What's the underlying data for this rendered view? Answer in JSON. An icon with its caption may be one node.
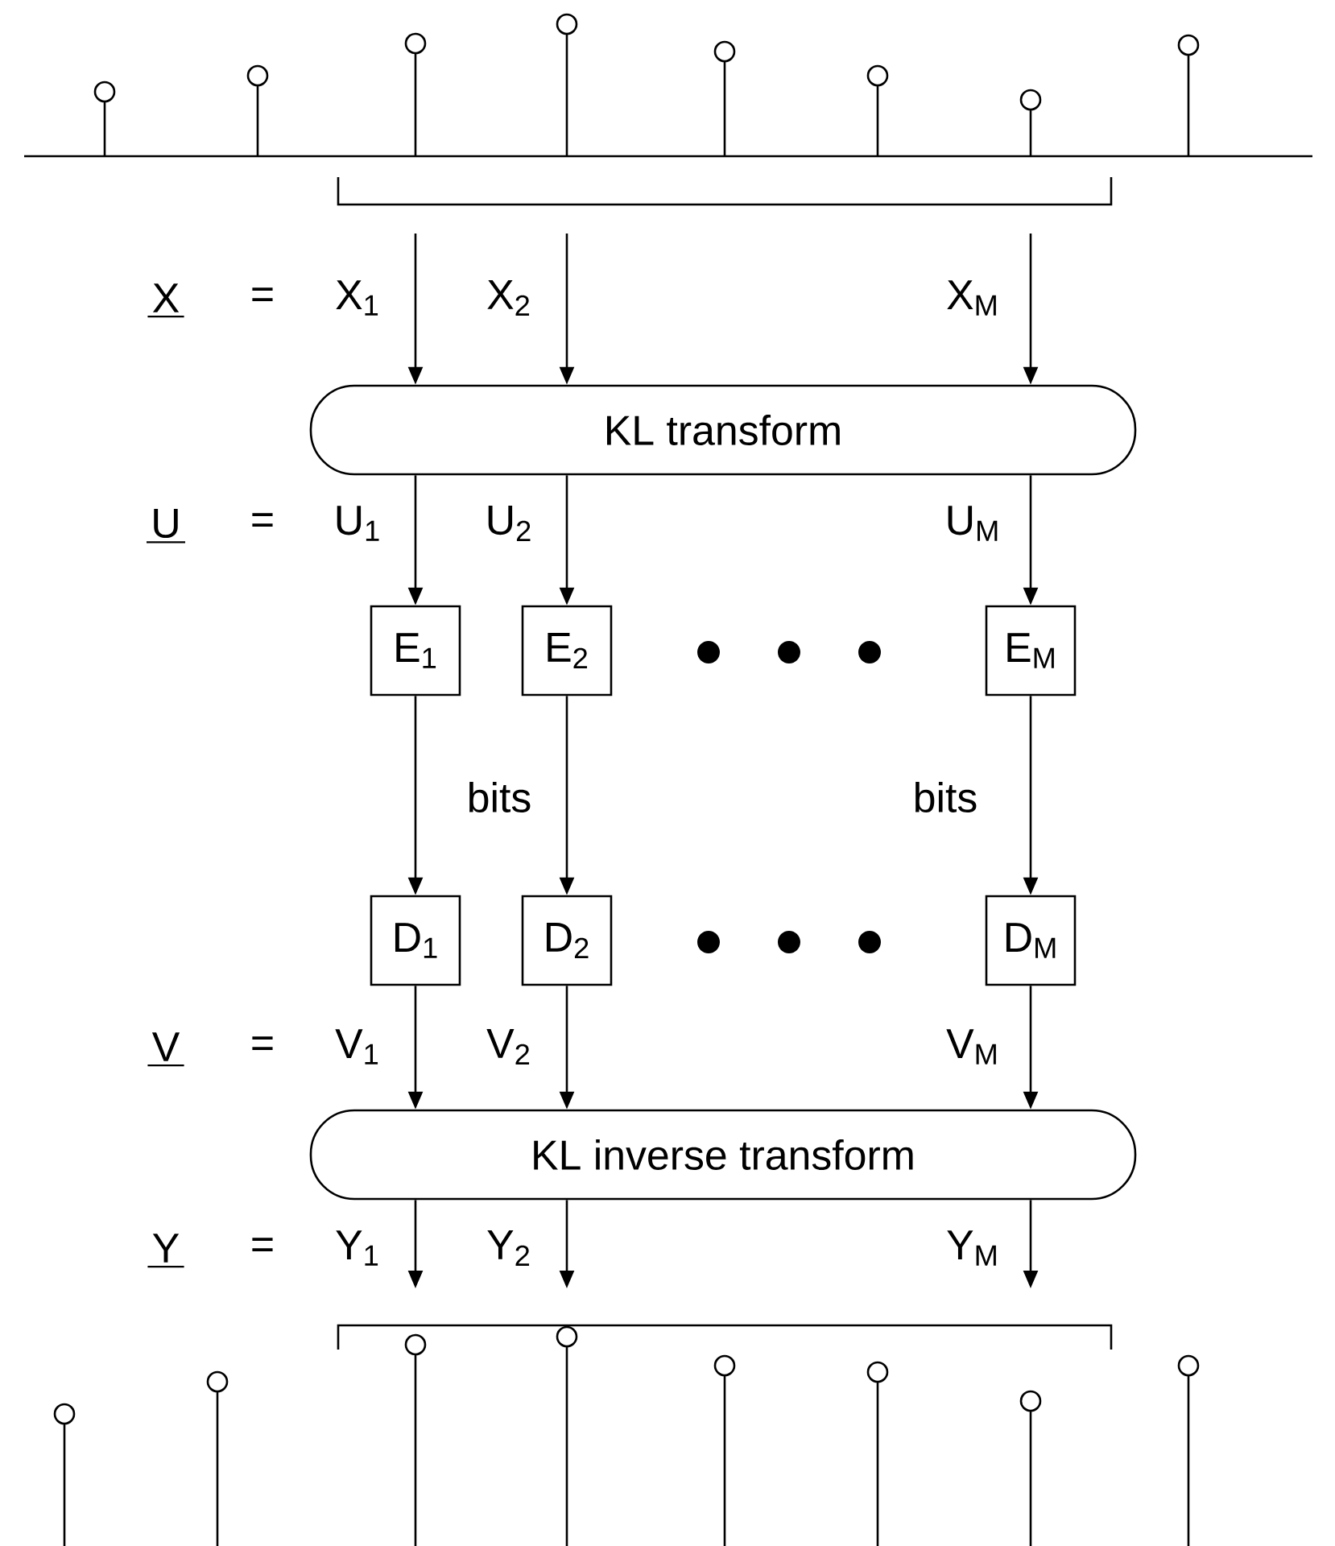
{
  "diagram": {
    "nodes": [
      {
        "text": [
          "KL transform"
        ]
      },
      {
        "text": [
          "E$_{1}$"
        ]
      },
      {
        "text": [
          "E$_{2}$"
        ]
      },
      {
        "text": [
          "E$_{M}$"
        ]
      },
      {
        "text": [
          "D$_{1}$"
        ]
      },
      {
        "text": [
          "D$_{2}$"
        ]
      },
      {
        "text": [
          "D$_{M}$"
        ]
      },
      {
        "text": [
          "KL inverse transform"
        ]
      }
    ],
    "edges": [
      {
        "from": null,
        "to": 0,
        "arrow": "to",
        "label": "X$_{1}$"
      },
      {
        "from": null,
        "to": 0,
        "arrow": "to",
        "label": "X$_{2}$"
      },
      {
        "from": null,
        "to": 0,
        "arrow": "to",
        "label": "X$_{M}$"
      },
      {
        "from": 0,
        "to": 1,
        "arrow": "to",
        "label": "U$_{1}$"
      },
      {
        "from": 0,
        "to": 2,
        "arrow": "to",
        "label": "U$_{2}$"
      },
      {
        "from": 0,
        "to": 3,
        "arrow": "to",
        "label": "U$_{M}$"
      },
      {
        "from": 1,
        "to": 4,
        "arrow": "to",
        "label": "bits"
      },
      {
        "from": 2,
        "to": 5,
        "arrow": "to"
      },
      {
        "from": 3,
        "to": 6,
        "arrow": "to",
        "label": "bits"
      },
      {
        "from": 4,
        "to": 7,
        "arrow": "to",
        "label": "V$_{1}$"
      },
      {
        "from": 5,
        "to": 7,
        "arrow": "to",
        "label": "V$_{2}$"
      },
      {
        "from": 6,
        "to": 7,
        "arrow": "to",
        "label": "V$_{M}$"
      },
      {
        "from": 7,
        "to": null,
        "arrow": "to",
        "label": "Y$_{1}$"
      },
      {
        "from": 7,
        "to": null,
        "arrow": "to",
        "label": "Y$_{2}$"
      },
      {
        "from": 7,
        "to": null,
        "arrow": "to",
        "label": "Y$_{M}$"
      }
    ],
    "labels": [
      "X",
      "=",
      "U",
      "=",
      "V",
      "=",
      "Y",
      "="
    ]
  }
}
